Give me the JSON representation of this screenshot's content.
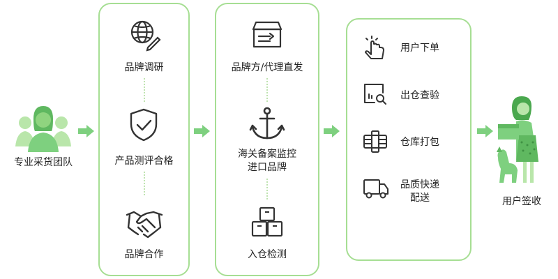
{
  "team": {
    "label": "专业采货团队"
  },
  "stage1": {
    "items": [
      {
        "label": "品牌调研",
        "icon": "globe-pencil-icon"
      },
      {
        "label": "产品测评合格",
        "icon": "shield-check-icon"
      },
      {
        "label": "品牌合作",
        "icon": "handshake-icon"
      }
    ]
  },
  "stage2": {
    "items": [
      {
        "label": "品牌方/代理直发",
        "icon": "shipping-box-icon"
      },
      {
        "label_line1": "海关备案监控",
        "label_line2": "进口品牌",
        "icon": "anchor-icon"
      },
      {
        "label": "入仓检测",
        "icon": "stacked-boxes-icon"
      }
    ]
  },
  "stage3": {
    "items": [
      {
        "label": "用户下单",
        "icon": "tap-pointer-icon"
      },
      {
        "label": "出仓查验",
        "icon": "inspect-box-icon"
      },
      {
        "label": "仓库打包",
        "icon": "package-icon"
      },
      {
        "label_line1": "品质快递",
        "label_line2": "配送",
        "icon": "delivery-truck-icon"
      }
    ]
  },
  "receiver": {
    "label": "用户签收"
  },
  "colors": {
    "accent": "#7ed07f",
    "border": "#a6de93",
    "icon_stroke": "#333333"
  }
}
